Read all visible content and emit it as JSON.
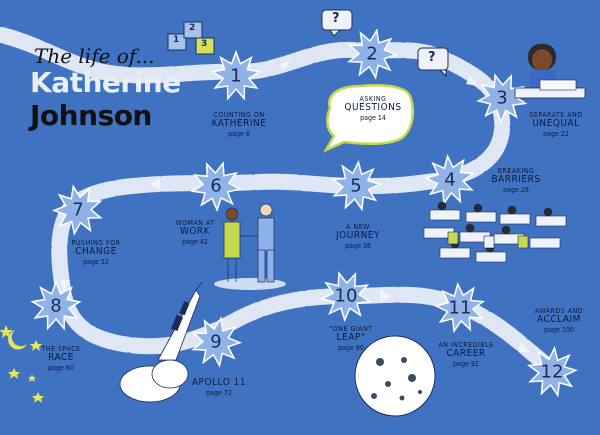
{
  "title": {
    "line1": "The life of...",
    "line2": "Katherine",
    "line3": "Johnson"
  },
  "dice": [
    "1",
    "2",
    "3"
  ],
  "question_marks": [
    "?",
    "?"
  ],
  "stops": [
    {
      "num": "1",
      "pre": "COUNTING ON",
      "main": "KATHERINE",
      "page": "page 8"
    },
    {
      "num": "2",
      "pre": "ASKING",
      "main": "QUESTIONS",
      "page": "page 14"
    },
    {
      "num": "3",
      "pre": "SEPARATE AND",
      "main": "UNEQUAL",
      "page": "page 22"
    },
    {
      "num": "4",
      "pre": "BREAKING",
      "main": "BARRIERS",
      "page": "page 28"
    },
    {
      "num": "5",
      "pre": "A NEW",
      "main": "JOURNEY",
      "page": "page 36"
    },
    {
      "num": "6",
      "pre": "WOMAN AT",
      "main": "WORK",
      "page": "page 42"
    },
    {
      "num": "7",
      "pre": "PUSHING FOR",
      "main": "CHANGE",
      "page": "page 52"
    },
    {
      "num": "8",
      "pre": "THE SPACE",
      "main": "RACE",
      "page": "page 60"
    },
    {
      "num": "9",
      "pre": "",
      "main": "APOLLO 11",
      "page": "page 72"
    },
    {
      "num": "10",
      "pre": "\"ONE GIANT",
      "main": "LEAP\"",
      "page": "page 80"
    },
    {
      "num": "11",
      "pre": "AN INCREDIBLE",
      "main": "CAREER",
      "page": "page 92"
    },
    {
      "num": "12",
      "pre": "AWARDS AND",
      "main": "ACCLAIM",
      "page": "page 100"
    }
  ],
  "colors": {
    "background": "#3f73c2",
    "path": "#dfe6f4",
    "star": "#8fb3e6",
    "bubble_border": "#c6d84b"
  }
}
